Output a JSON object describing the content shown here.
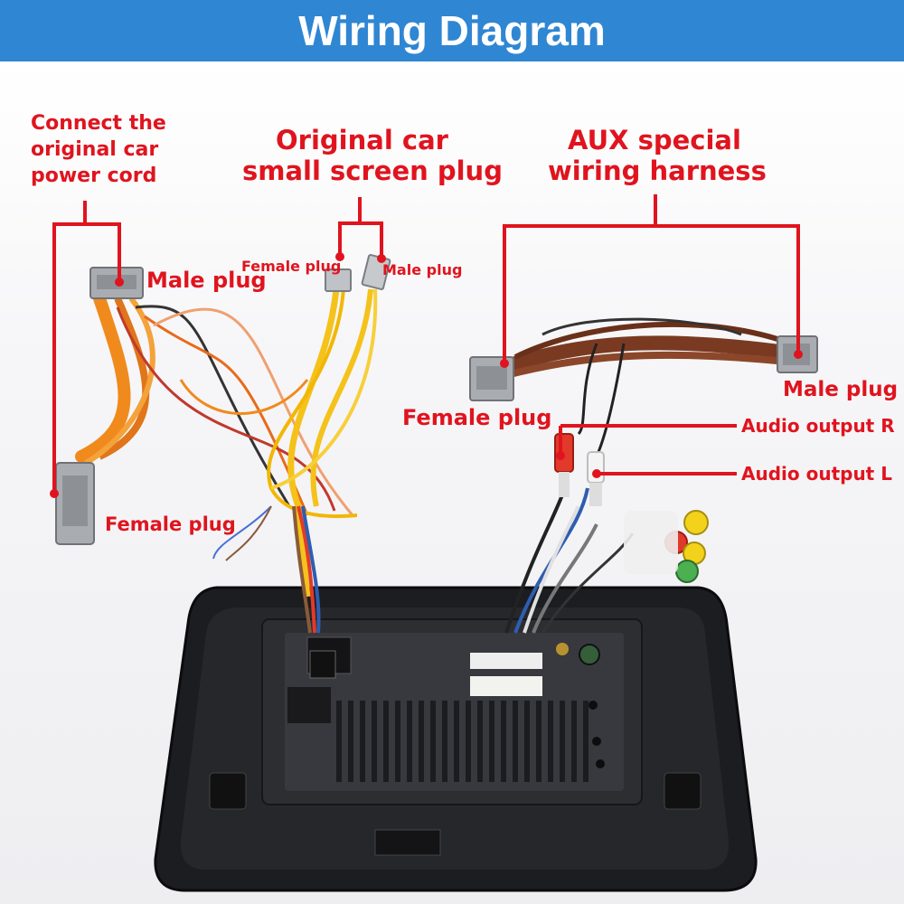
{
  "title": "Wiring Diagram",
  "groups": {
    "power": {
      "title_lines": [
        "Connect the",
        "original car",
        "power cord"
      ],
      "male": "Male plug",
      "female": "Female plug"
    },
    "screen": {
      "title_lines": [
        "Original car",
        "small screen plug"
      ],
      "female": "Female plug",
      "male": "Male plug"
    },
    "aux": {
      "title_lines": [
        "AUX special",
        "wiring harness"
      ],
      "female": "Female plug",
      "male": "Male plug",
      "audio_r": "Audio output R",
      "audio_l": "Audio output L"
    }
  },
  "colors": {
    "header": "#2f86d3",
    "label": "#e0141e",
    "plug": "#a9adb1",
    "harness_brown": "#7a3a22",
    "wire_orange": "#f08a1c",
    "wire_yellow": "#f4c21a",
    "head_unit": "#1e1f22"
  }
}
